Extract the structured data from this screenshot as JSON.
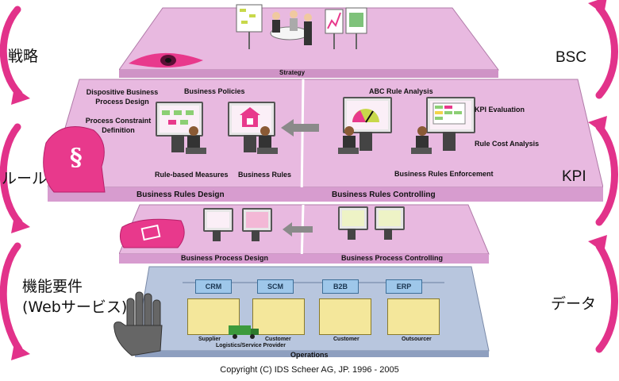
{
  "side_labels_left": {
    "strategy": "戦略",
    "rules": "ルール",
    "function_line1": "機能要件",
    "function_line2": "(Webサービス)"
  },
  "side_labels_right": {
    "bsc": "BSC",
    "kpi": "KPI",
    "data": "データ"
  },
  "strategy_layer": {
    "label": "Strategy"
  },
  "rules_layer": {
    "design_title": "Business Rules Design",
    "controlling_title": "Business Rules Controlling",
    "design_labels": [
      "Dispositive Business Process Design",
      "Process Constraint Definition",
      "Business Policies",
      "Rule-based Measures",
      "Business Rules"
    ],
    "controlling_labels": [
      "ABC Rule Analysis",
      "KPI Evaluation",
      "Rule Cost Analysis",
      "Business Rules Enforcement"
    ]
  },
  "process_layer": {
    "design_title": "Business Process Design",
    "controlling_title": "Business Process Controlling"
  },
  "operations_layer": {
    "title": "Operations",
    "systems": [
      "CRM",
      "SCM",
      "B2B",
      "ERP"
    ],
    "parties": [
      "Supplier",
      "Customer",
      "Customer",
      "Outsourcer"
    ],
    "logistics": "Logistics/Service Provider"
  },
  "copyright": "Copyright (C) IDS Scheer AG, JP. 1996 - 2005",
  "colors": {
    "layer_fill": "#e6b6df",
    "layer_dark": "#c98fc0",
    "magenta": "#e8398c",
    "operations_fill": "#b8c6de"
  }
}
